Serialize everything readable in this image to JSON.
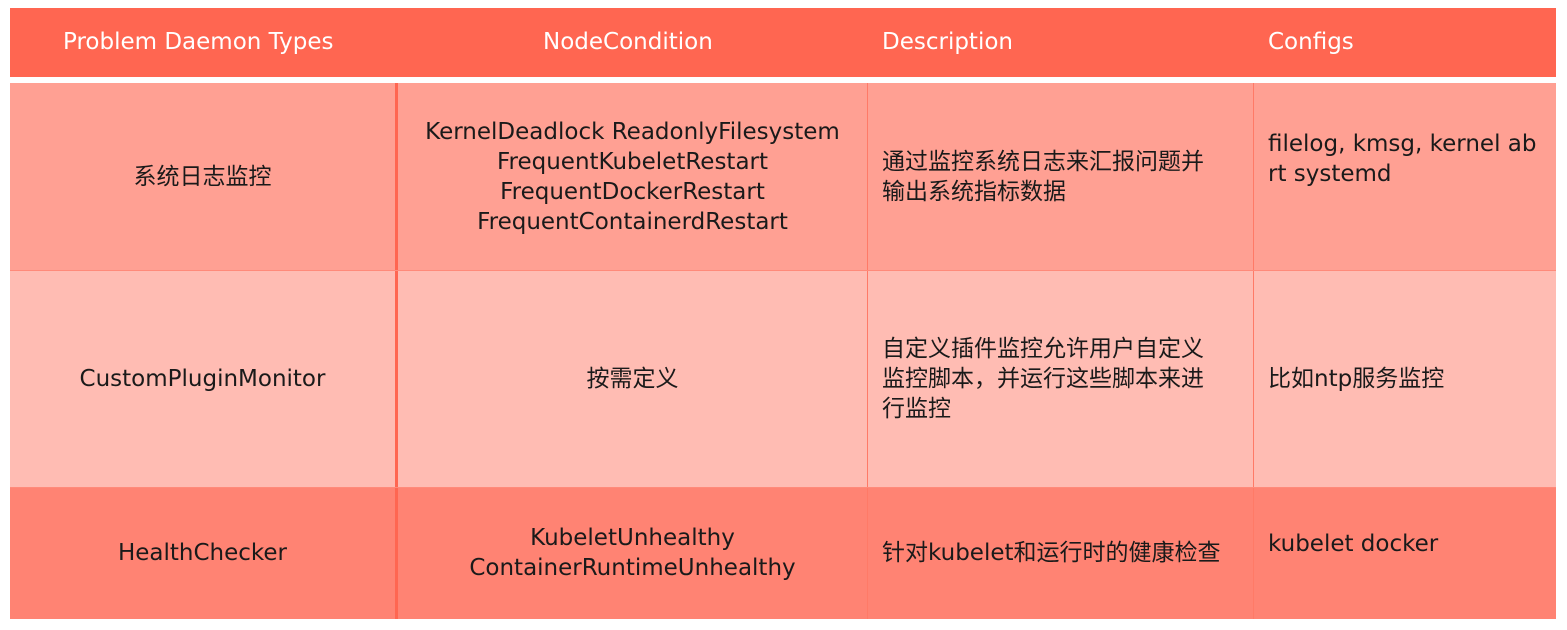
{
  "table": {
    "headers": [
      "Problem Daemon Types",
      "NodeCondition",
      "Description",
      "Configs"
    ],
    "rows": [
      {
        "type": "系统日志监控",
        "condition": "KernelDeadlock ReadonlyFilesystem\nFrequentKubeletRestart\nFrequentDockerRestart\nFrequentContainerdRestart",
        "description": "通过监控系统日志来汇报问题并\n输出系统指标数据",
        "configs": "filelog, kmsg, kernel abrt systemd"
      },
      {
        "type": "CustomPluginMonitor",
        "condition": "按需定义",
        "description": "自定义插件监控允许用户自定义\n监控脚本，并运行这些脚本来进\n行监控",
        "configs": "比如ntp服务监控"
      },
      {
        "type": "HealthChecker",
        "condition": "KubeletUnhealthy\nContainerRuntimeUnhealthy",
        "description": "针对kubelet和运行时的健康检查",
        "configs": "kubelet docker"
      }
    ]
  },
  "colors": {
    "header_bg": "#ff6651",
    "row1_bg": "#ffa093",
    "row2_bg": "#ffbcb3",
    "row3_bg": "#ff8373",
    "header_text": "#ffffff",
    "body_text": "#1a1a1a"
  }
}
